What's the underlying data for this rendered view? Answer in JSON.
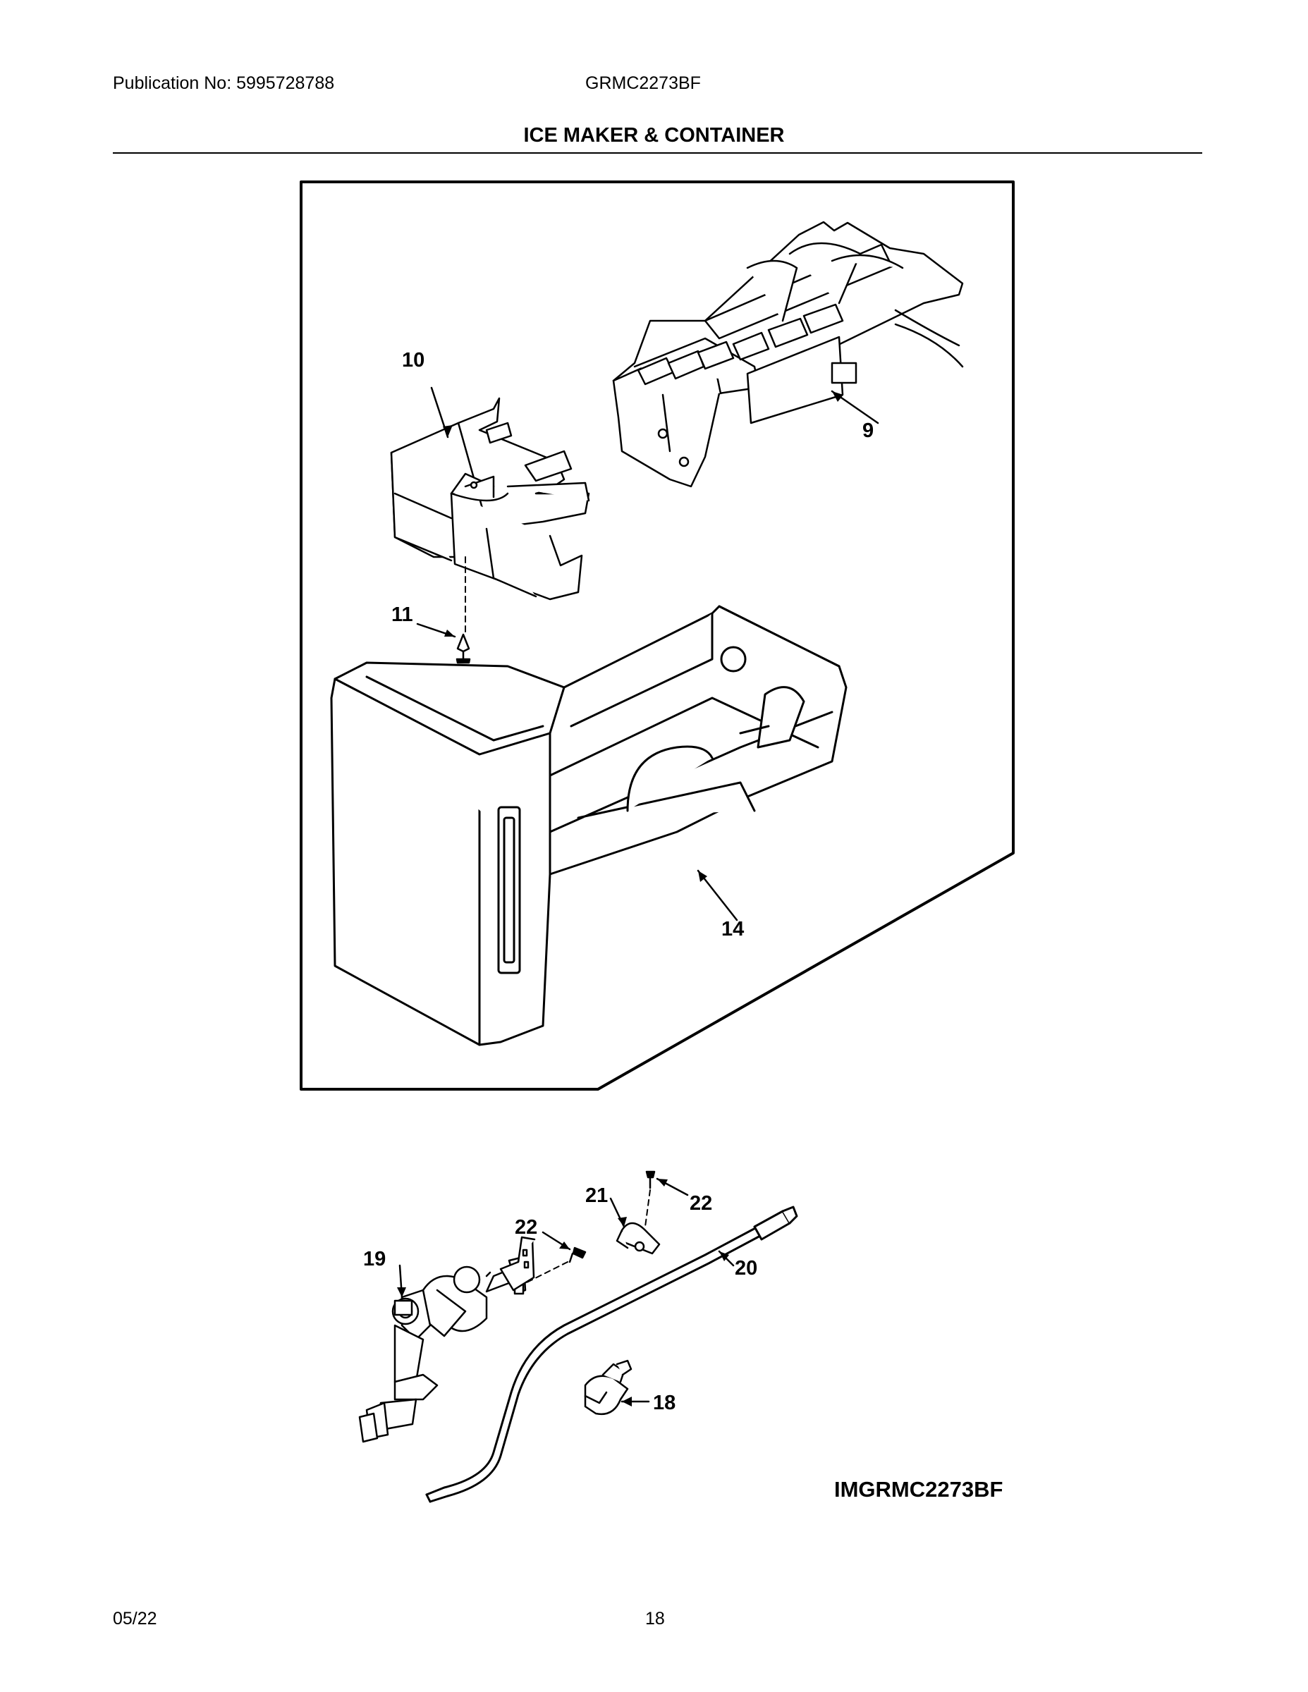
{
  "header": {
    "publication": "Publication No: 5995728788",
    "model": "GRMC2273BF",
    "title": "ICE MAKER & CONTAINER"
  },
  "callouts": {
    "c9": "9",
    "c10": "10",
    "c11": "11",
    "c14": "14",
    "c18": "18",
    "c19": "19",
    "c20": "20",
    "c21": "21",
    "c22a": "22",
    "c22b": "22"
  },
  "image_id": "IMGRMC2273BF",
  "footer": {
    "date": "05/22",
    "page": "18"
  }
}
